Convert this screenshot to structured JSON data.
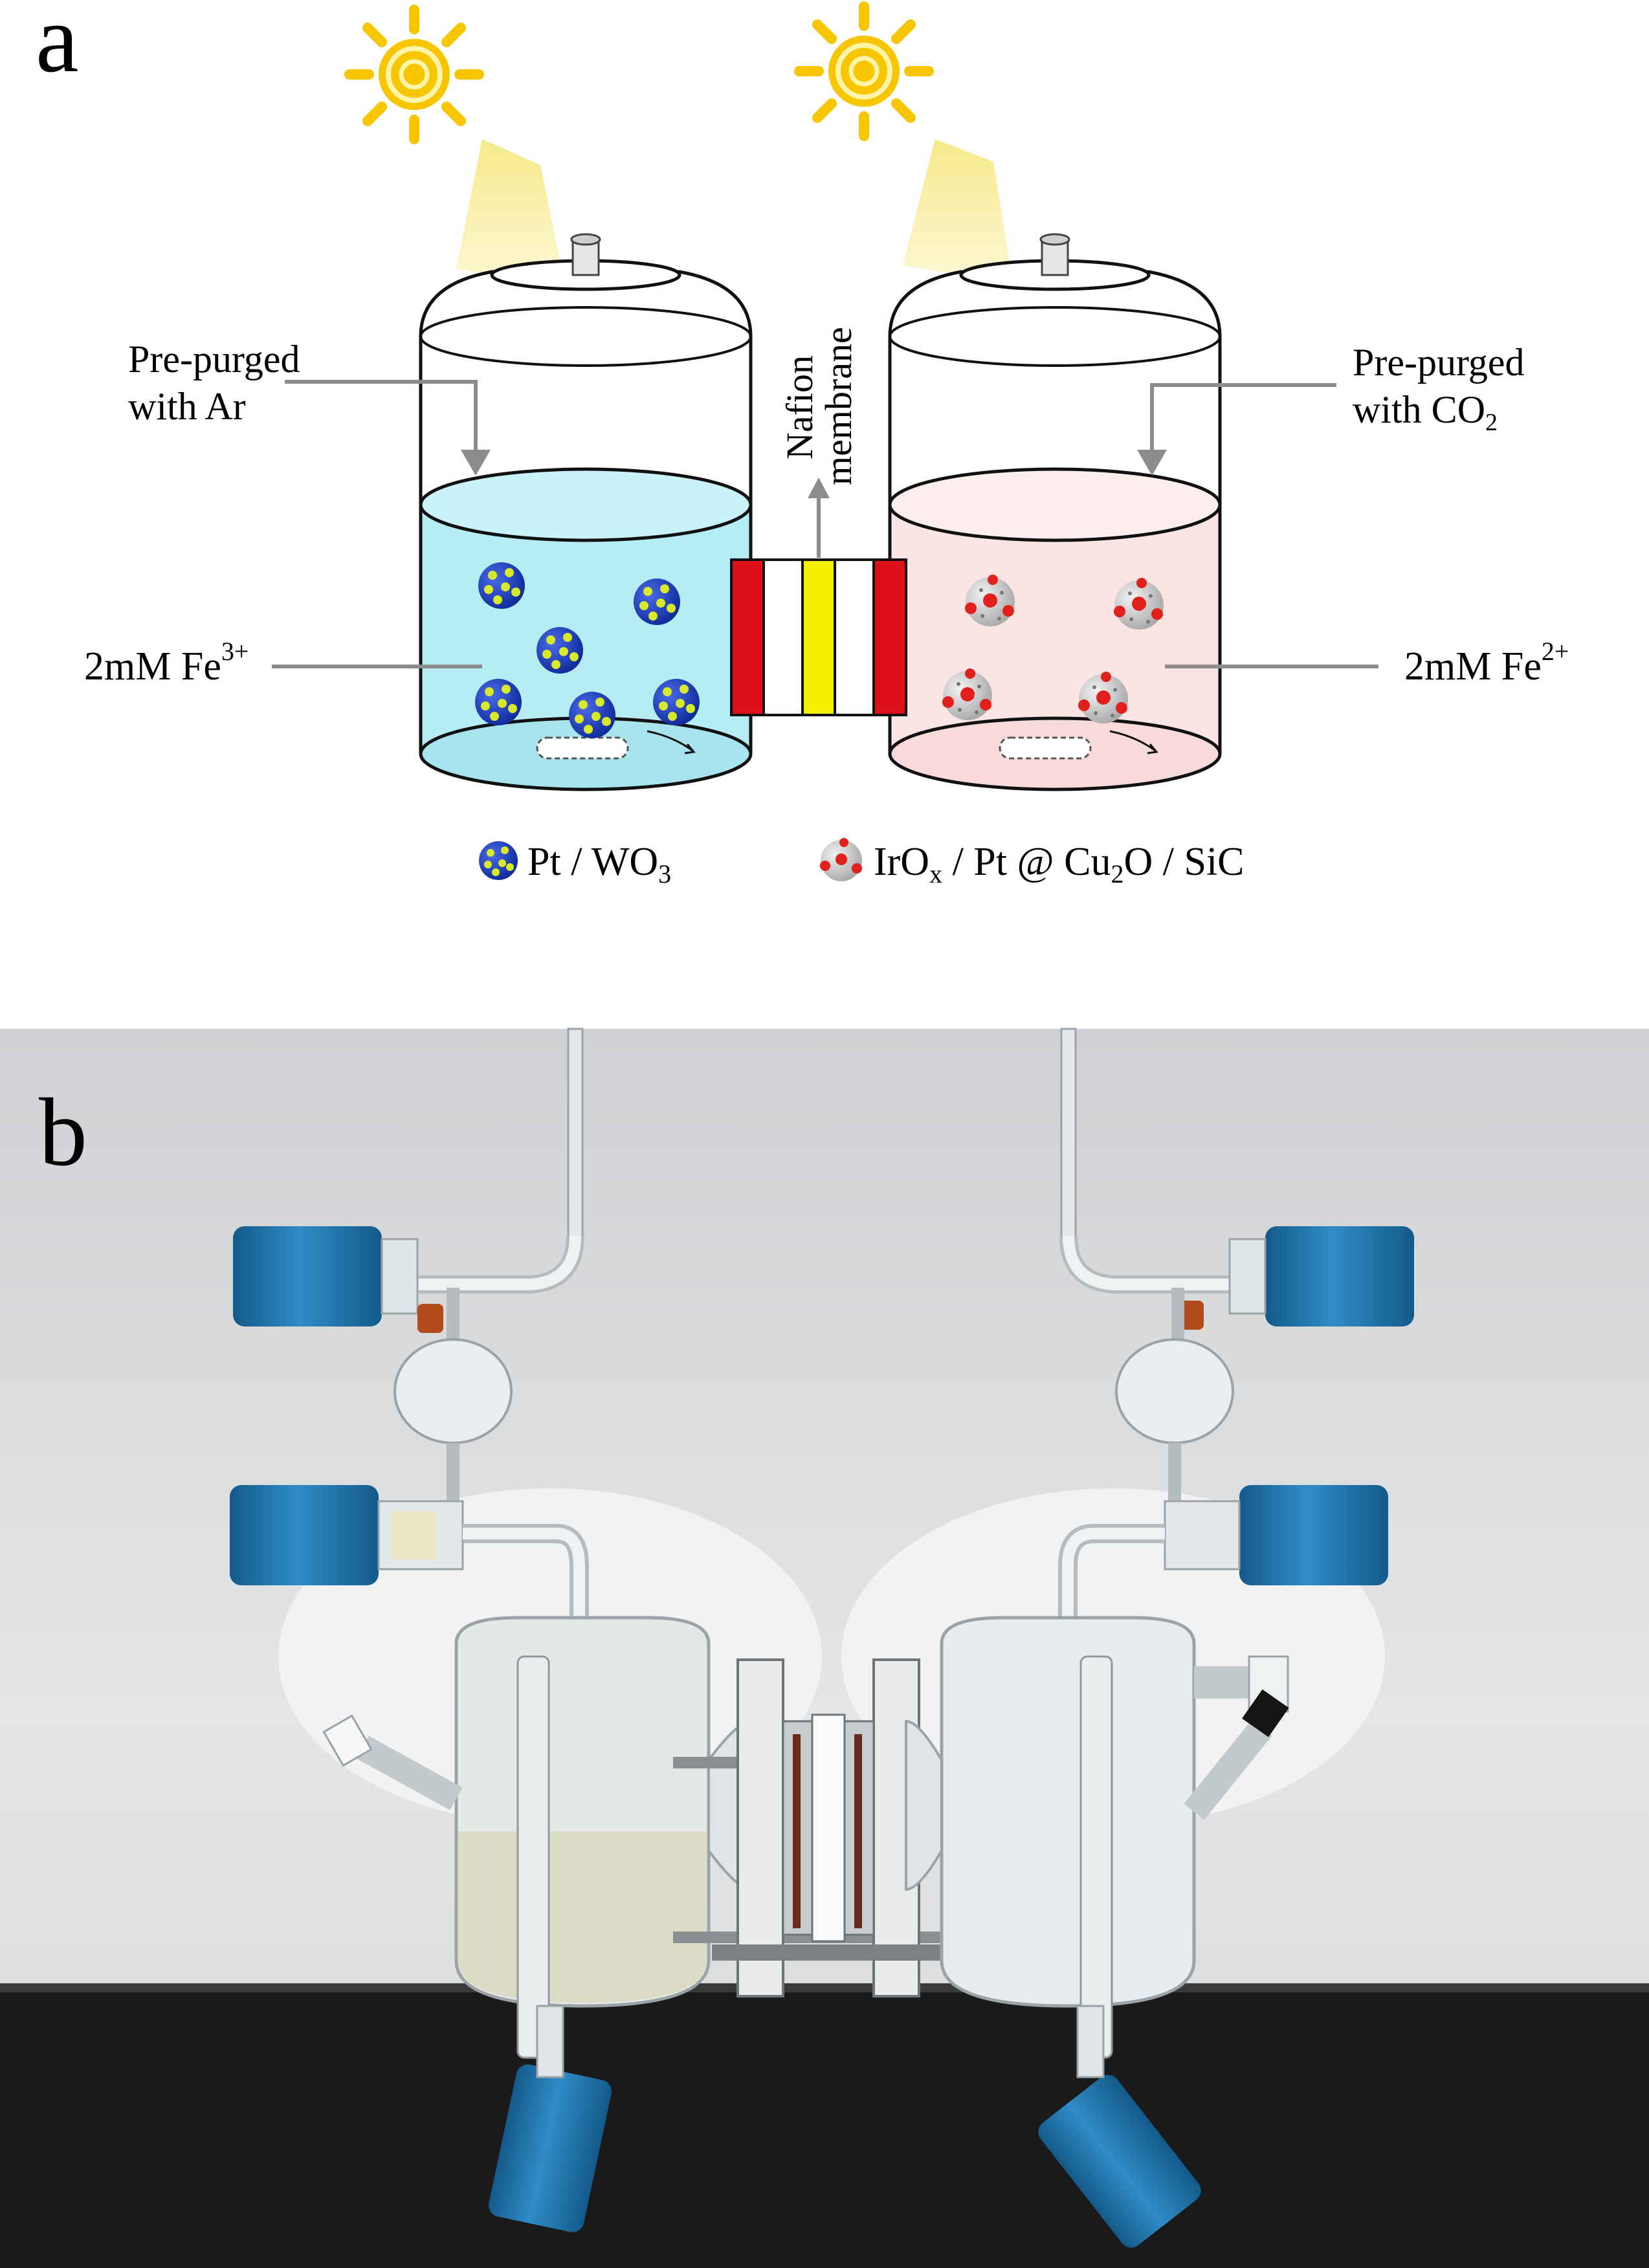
{
  "panel_a": {
    "label": "a",
    "left_inlet_line1": "Pre-purged",
    "left_inlet_line2": "with Ar",
    "right_inlet_line1": "Pre-purged",
    "right_inlet_line2": "with CO",
    "right_inlet_sub": "2",
    "membrane_line1": "Nafion",
    "membrane_line2": "membrane",
    "left_solution": "2mM Fe",
    "left_solution_sup": "3+",
    "right_solution": "2mM Fe",
    "right_solution_sup": "2+",
    "legend_left_main": "Pt / WO",
    "legend_left_sub": "3",
    "legend_right_p1": "IrO",
    "legend_right_s1": "x",
    "legend_right_p2": " / Pt @ Cu",
    "legend_right_s2": "2",
    "legend_right_p3": "O / SiC",
    "colors": {
      "left_solution": "#b6ecf4",
      "right_solution": "#fbe4e4",
      "membrane_red": "#e0101a",
      "membrane_yellow": "#f4ee00",
      "sun": "#f7c600",
      "light_beam": "#fbf3b6",
      "pt_wo3_particle": "#1e3fc0",
      "pt_wo3_dots": "#d8e82a",
      "irox_particle": "#cfcfcf",
      "irox_dots": "#e0201a"
    },
    "icons": [
      "sun-icon",
      "light-beam",
      "pt-wo3-particle-icon",
      "irox-particle-icon",
      "stir-bar-icon"
    ]
  },
  "panel_b": {
    "label": "b",
    "colors": {
      "background_wall": "#d4d6d8",
      "table": "#1a1a1a",
      "stopcock_blue": "#1c6fa5",
      "glass": "#e6ecee"
    }
  }
}
